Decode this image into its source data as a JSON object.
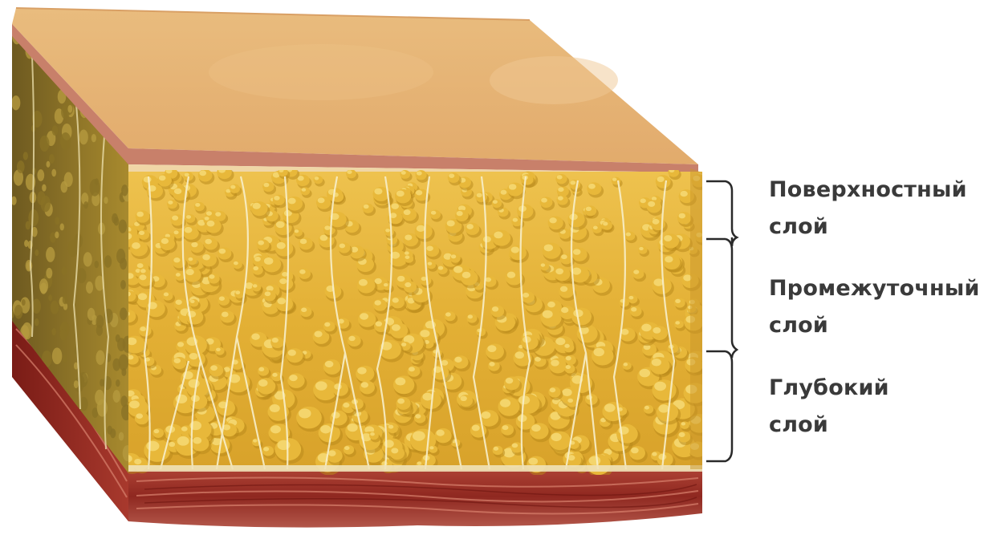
{
  "labels": {
    "superficial": {
      "line1": "Поверхностный",
      "line2": "слой"
    },
    "intermediate": {
      "line1": "Промежуточный",
      "line2": "слой"
    },
    "deep": {
      "line1": "Глубокий",
      "line2": "слой"
    }
  },
  "colors": {
    "skin_top": "#e7b878",
    "dermis_band": "#c8866a",
    "fat": "#e8b83a",
    "fat_highlight": "#f6d975",
    "fat_shadow": "#b98a1c",
    "septa": "#f7eec7",
    "muscle": "#9a2b22",
    "muscle_light": "#c45c4a",
    "label_text": "#3a3a3a"
  }
}
